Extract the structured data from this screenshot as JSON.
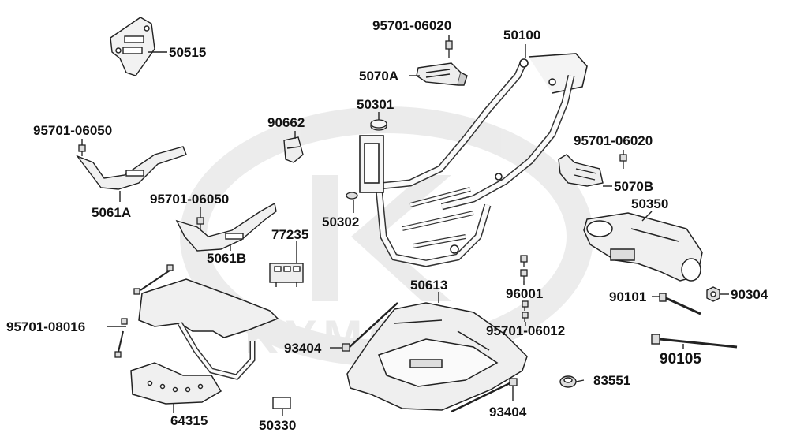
{
  "diagram": {
    "brand_watermark": "KYMCO",
    "part_labels": {
      "p50515": "50515",
      "p95701_06020_top": "95701-06020",
      "p50100": "50100",
      "p5070A": "5070A",
      "p50301": "50301",
      "p90662": "90662",
      "p95701_06050_a": "95701-06050",
      "p5061A": "5061A",
      "p95701_06050_b": "95701-06050",
      "p50302": "50302",
      "p5061B": "5061B",
      "p77235": "77235",
      "p95701_06020_right": "95701-06020",
      "p5070B": "5070B",
      "p50350": "50350",
      "p50613": "50613",
      "p96001": "96001",
      "p90304": "90304",
      "p90101": "90101",
      "p95701_08016": "95701-08016",
      "p93404_left": "93404",
      "p95701_06012": "95701-06012",
      "p90105": "90105",
      "p83551": "83551",
      "p93404_bottom": "93404",
      "p64315": "64315",
      "p50330": "50330"
    }
  }
}
